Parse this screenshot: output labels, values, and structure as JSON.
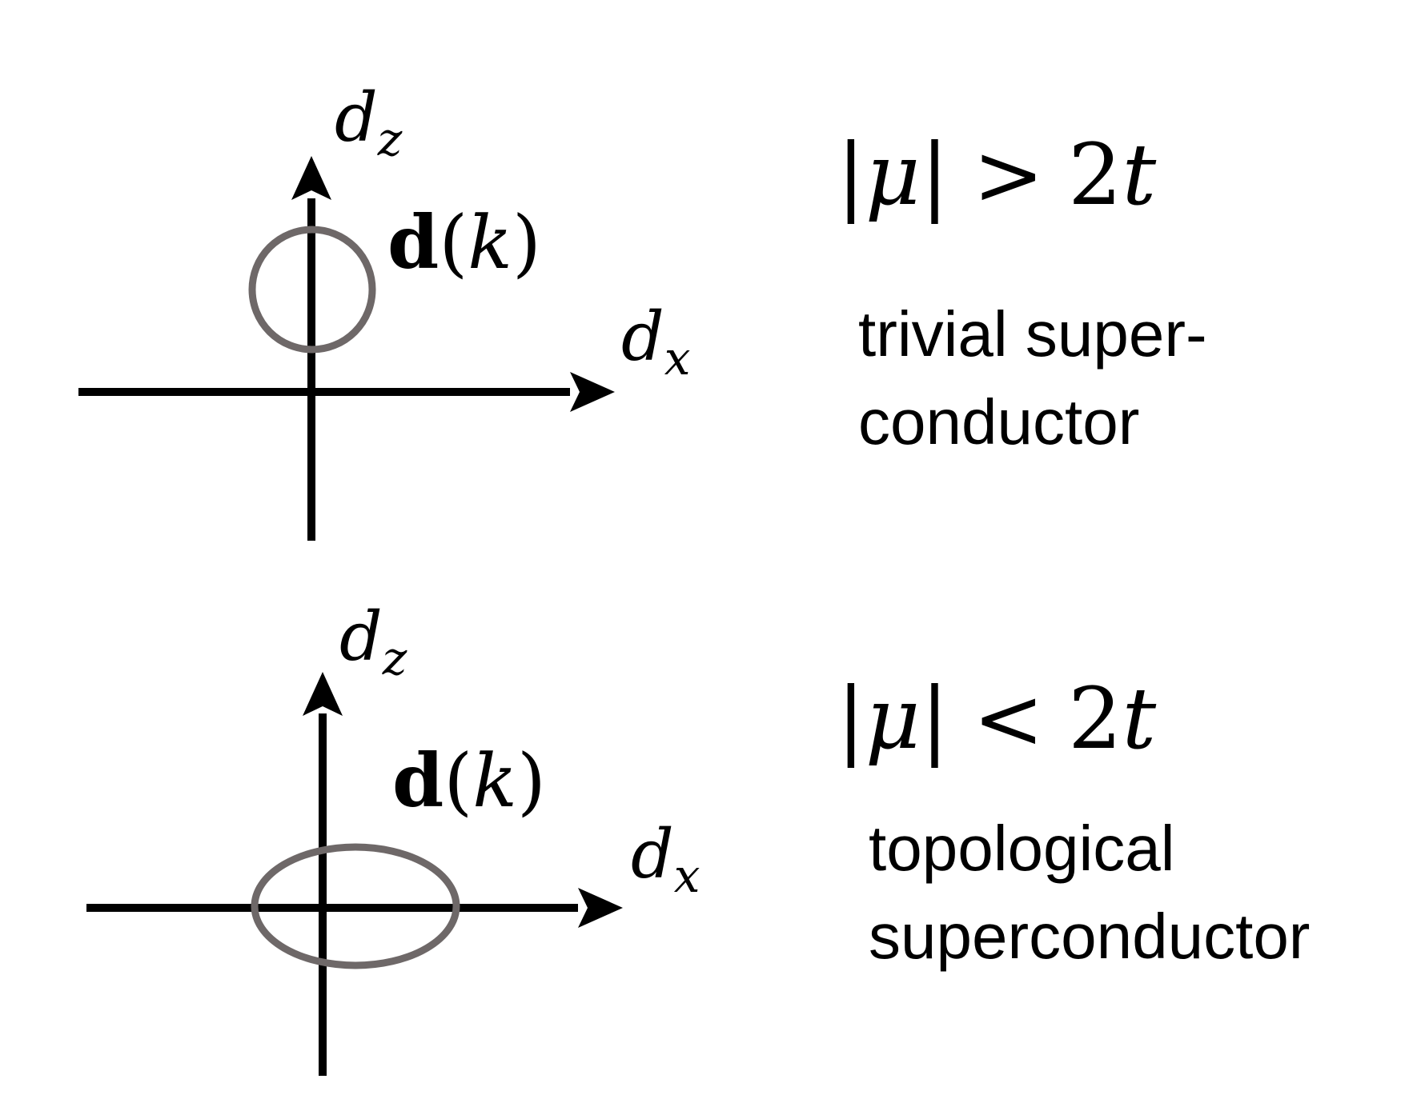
{
  "panels": [
    {
      "axis_z": {
        "base": "d",
        "sub": "z"
      },
      "axis_x": {
        "base": "d",
        "sub": "x"
      },
      "curve_label": {
        "bold": "d",
        "open": "(",
        "var": "k",
        "close": ")"
      },
      "condition": {
        "bar_left": "|",
        "mu": "μ",
        "bar_right": "|",
        "relation": ">",
        "two": "2",
        "t": "t"
      },
      "caption_lines": [
        "trivial super-",
        "conductor"
      ]
    },
    {
      "axis_z": {
        "base": "d",
        "sub": "z"
      },
      "axis_x": {
        "base": "d",
        "sub": "x"
      },
      "curve_label": {
        "bold": "d",
        "open": "(",
        "var": "k",
        "close": ")"
      },
      "condition": {
        "bar_left": "|",
        "mu": "μ",
        "bar_right": "|",
        "relation": "<",
        "two": "2",
        "t": "t"
      },
      "caption_lines": [
        "topological",
        "superconductor"
      ]
    }
  ],
  "colors": {
    "axes": "#000000",
    "curve": "#6e6868"
  }
}
